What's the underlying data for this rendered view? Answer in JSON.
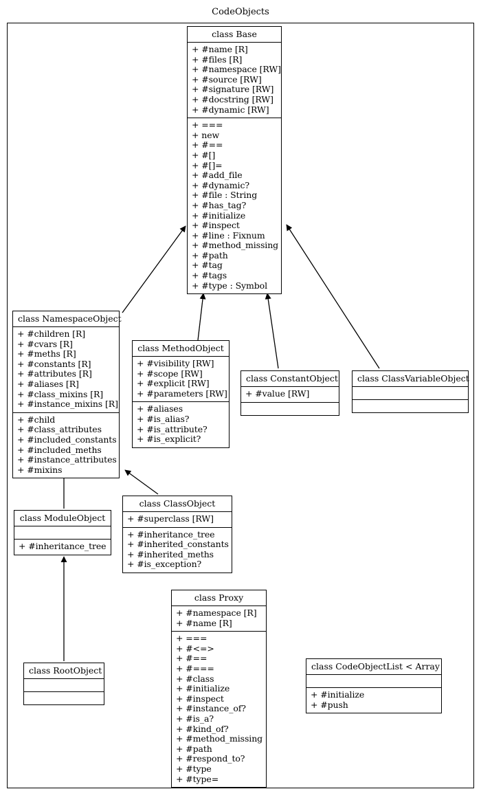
{
  "diagram": {
    "title": "CodeObjects",
    "type": "uml-class-diagram"
  },
  "classes": {
    "base": {
      "title": "class Base",
      "attributes": [
        "+ #name [R]",
        "+ #files [R]",
        "+ #namespace [RW]",
        "+ #source [RW]",
        "+ #signature [RW]",
        "+ #docstring [RW]",
        "+ #dynamic [RW]"
      ],
      "methods": [
        "+ ===",
        "+ new",
        "+ #==",
        "+ #[]",
        "+ #[]=",
        "+ #add_file",
        "+ #dynamic?",
        "+ #file : String",
        "+ #has_tag?",
        "+ #initialize",
        "+ #inspect",
        "+ #line : Fixnum",
        "+ #method_missing",
        "+ #path",
        "+ #tag",
        "+ #tags",
        "+ #type : Symbol"
      ]
    },
    "namespace_object": {
      "title": "class NamespaceObject",
      "attributes": [
        "+ #children [R]",
        "+ #cvars [R]",
        "+ #meths [R]",
        "+ #constants [R]",
        "+ #attributes [R]",
        "+ #aliases [R]",
        "+ #class_mixins [R]",
        "+ #instance_mixins [R]"
      ],
      "methods": [
        "+ #child",
        "+ #class_attributes",
        "+ #included_constants",
        "+ #included_meths",
        "+ #instance_attributes",
        "+ #mixins"
      ]
    },
    "method_object": {
      "title": "class MethodObject",
      "attributes": [
        "+ #visibility [RW]",
        "+ #scope [RW]",
        "+ #explicit [RW]",
        "+ #parameters [RW]"
      ],
      "methods": [
        "+ #aliases",
        "+ #is_alias?",
        "+ #is_attribute?",
        "+ #is_explicit?"
      ]
    },
    "constant_object": {
      "title": "class ConstantObject",
      "attributes": [
        "+ #value [RW]"
      ],
      "methods": []
    },
    "class_variable_object": {
      "title": "class ClassVariableObject",
      "attributes": [],
      "methods": []
    },
    "class_object": {
      "title": "class ClassObject",
      "attributes": [
        "+ #superclass [RW]"
      ],
      "methods": [
        "+ #inheritance_tree",
        "+ #inherited_constants",
        "+ #inherited_meths",
        "+ #is_exception?"
      ]
    },
    "module_object": {
      "title": "class ModuleObject",
      "attributes": [],
      "methods": [
        "+ #inheritance_tree"
      ]
    },
    "root_object": {
      "title": "class RootObject",
      "attributes": [],
      "methods": []
    },
    "proxy": {
      "title": "class Proxy",
      "attributes": [
        "+ #namespace [R]",
        "+ #name [R]"
      ],
      "methods": [
        "+ ===",
        "+ #<=>",
        "+ #==",
        "+ #===",
        "+ #class",
        "+ #initialize",
        "+ #inspect",
        "+ #instance_of?",
        "+ #is_a?",
        "+ #kind_of?",
        "+ #method_missing",
        "+ #path",
        "+ #respond_to?",
        "+ #type",
        "+ #type="
      ]
    },
    "code_object_list": {
      "title": "class CodeObjectList < Array",
      "attributes": [],
      "methods": [
        "+ #initialize",
        "+ #push"
      ]
    }
  },
  "edges": [
    {
      "from": "namespace_object",
      "to": "base",
      "kind": "generalization"
    },
    {
      "from": "method_object",
      "to": "base",
      "kind": "generalization"
    },
    {
      "from": "constant_object",
      "to": "base",
      "kind": "generalization"
    },
    {
      "from": "class_variable_object",
      "to": "base",
      "kind": "generalization"
    },
    {
      "from": "class_object",
      "to": "namespace_object",
      "kind": "generalization"
    },
    {
      "from": "module_object",
      "to": "namespace_object",
      "kind": "generalization"
    },
    {
      "from": "root_object",
      "to": "module_object",
      "kind": "generalization"
    }
  ],
  "colors": {
    "stroke": "#000000",
    "fill": "#ffffff",
    "text": "#000000"
  }
}
